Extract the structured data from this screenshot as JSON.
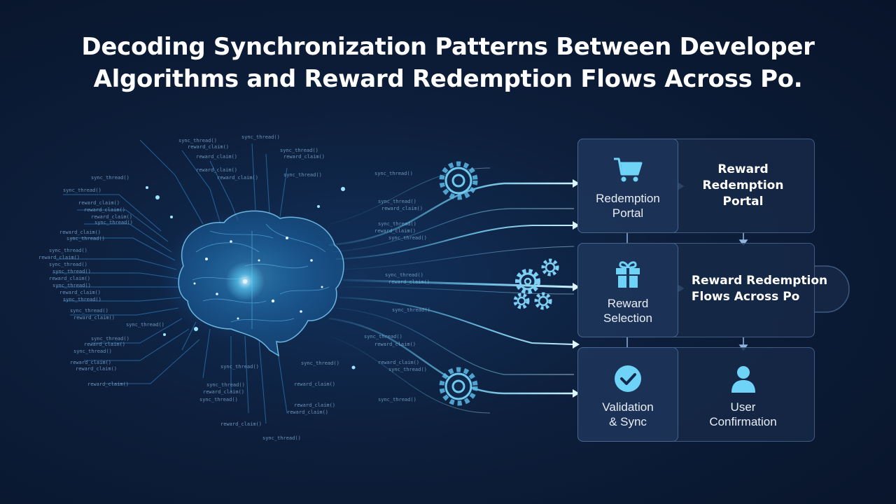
{
  "title": {
    "line1": "Decoding Synchronization Patterns Between Developer",
    "line2": "Algorithms and Reward Redemption Flows Across Po."
  },
  "code_labels": [
    "sync_thread()",
    "reward_claim()",
    "sync_thread()",
    "reward_claim()"
  ],
  "flow": {
    "redemption_portal": {
      "label_line1": "Redemption",
      "label_line2": "Portal",
      "icon": "shopping-cart-icon"
    },
    "reward_redemption_portal": {
      "line1": "Reward",
      "line2": "Redemption",
      "line3": "Portal"
    },
    "reward_selection": {
      "label_line1": "Reward",
      "label_line2": "Selection",
      "icon": "gift-icon"
    },
    "reward_redemption_flows": {
      "line1": "Reward Redemption",
      "line2": "Flows Across Po"
    },
    "validation_sync": {
      "label_line1": "Validation",
      "label_line2": "& Sync",
      "icon": "checkmark-icon"
    },
    "user_confirmation": {
      "label_line1": "User",
      "label_line2": "Confirmation",
      "icon": "user-icon"
    }
  },
  "colors": {
    "background": "#0d1f3c",
    "accent": "#5cc8f0",
    "box_border": "#7aa0d2",
    "box_fill": "#162a48"
  }
}
